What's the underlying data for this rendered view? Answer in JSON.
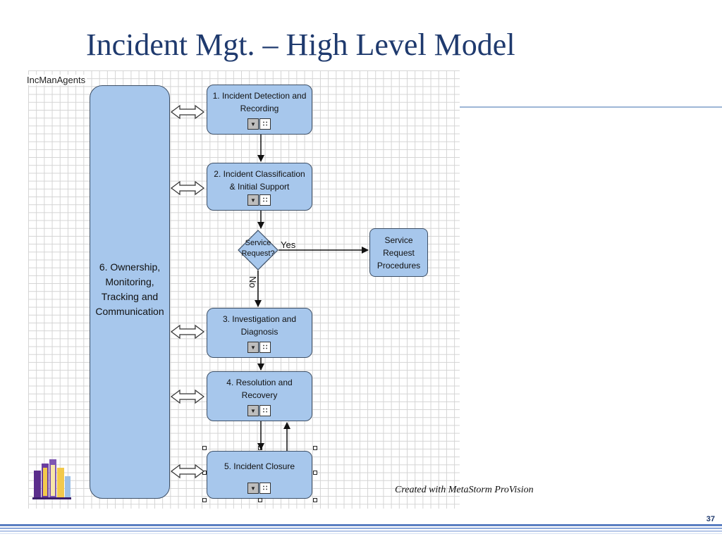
{
  "slide": {
    "title": "Incident Mgt. – High Level Model",
    "page_number": "37",
    "credit": "Created with MetaStorm ProVision"
  },
  "diagram": {
    "pool_label": "IncManAgents",
    "ownership_label": "6. Ownership, Monitoring, Tracking and Communication",
    "steps": [
      {
        "label": "1.  Incident Detection and Recording"
      },
      {
        "label": "2.  Incident Classification & Initial Support"
      },
      {
        "label": "3. Investigation and Diagnosis"
      },
      {
        "label": "4. Resolution and Recovery"
      },
      {
        "label": "5. Incident Closure"
      }
    ],
    "decision": {
      "label": "Service Request?",
      "yes": "Yes",
      "no": "No"
    },
    "service_box": {
      "label": "Service Request Procedures"
    }
  },
  "icons": [
    "dropdown-arrow-icon",
    "subprocess-icon",
    "double-headed-arrow-icon",
    "building-logo-icon"
  ],
  "colors": {
    "title": "#1f3a6e",
    "shape_fill": "#a7c7ec",
    "shape_border": "#3d4f66",
    "grid": "#d4d4d4",
    "rule": "#9db6d6"
  }
}
